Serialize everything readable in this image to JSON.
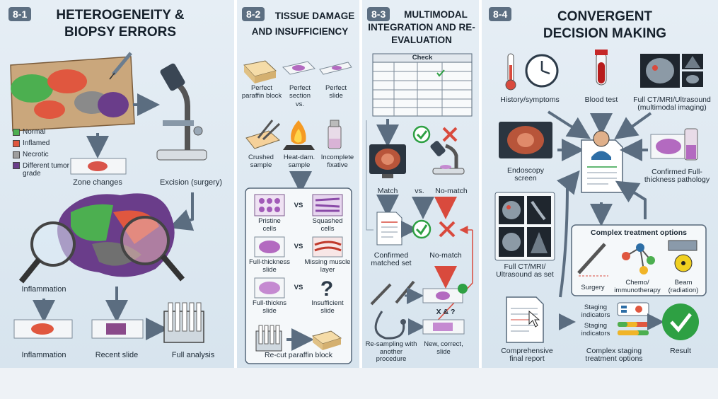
{
  "panels": [
    {
      "num": "8-1",
      "title": "Heterogeneity & Biopsy Errors"
    },
    {
      "num": "8-2",
      "title": "Tissue damage and insufficiency"
    },
    {
      "num": "8-3",
      "title": "Multimodal integration and re-evaluation"
    },
    {
      "num": "8-4",
      "title": "Convergent decision making"
    }
  ],
  "p1": {
    "legend": [
      {
        "label": "Normal",
        "color": "#4caf50"
      },
      {
        "label": "Inflamed",
        "color": "#e0573f"
      },
      {
        "label": "Necrotic",
        "color": "#9e9e9e"
      },
      {
        "label": "Different tumor grade",
        "color": "#6a3d8a"
      }
    ],
    "zone_changes": "Zone changes",
    "excision": "Excision (surgery)",
    "inflammation_top": "Inflammation",
    "inflammation_bottom": "Inflammation",
    "recent_slide": "Recent slide",
    "full_analysis": "Full analysis"
  },
  "p2": {
    "perfect_paraffin": "Perfect paraffin block",
    "perfect_section": "Perfect section",
    "vs": "vs.",
    "perfect_slide": "Perfect slide",
    "crushed": "Crushed sample",
    "heat_damaged": "Heat-dam. sample",
    "incomplete_fixative": "Incomplete fixative",
    "pristine": "Pristine cells",
    "squashed": "Squashed cells",
    "full_thickness": "Full-thickness slide",
    "missing_muscle": "Missing muscle layer",
    "full_thickns": "Full-thickns slide",
    "insufficient": "Insufficient slide",
    "vs_word": "VS",
    "recut": "Re-cut paraffin block"
  },
  "p3": {
    "check_header": "Check",
    "match": "Match",
    "vs": "vs.",
    "no_match_top": "No-match",
    "confirmed": "Confirmed matched set",
    "no_match": "No-match",
    "xq": "X & ?",
    "resampling": "Re-sampling with another procedure",
    "new_slide": "New, correct, slide"
  },
  "p4": {
    "history": "History/symptoms",
    "blood": "Blood test",
    "imaging": "Full CT/MRI/Ultrasound (multimodal imaging)",
    "endoscopy": "Endoscopy screen",
    "confirmed_path": "Confirmed Full-thickness pathology",
    "full_ct_set": "Full CT/MRI/ Ultrasound as set",
    "complex_options": "Complex treatment options",
    "surgery": "Surgery",
    "chemo": "Chemo/ immunotherapy",
    "beam": "Beam (radiation)",
    "staging1": "Staging indicators",
    "staging2": "Staging indicators",
    "final_report": "Comprehensive final report",
    "complex_staging": "Complex staging treatment options",
    "result": "Result"
  }
}
